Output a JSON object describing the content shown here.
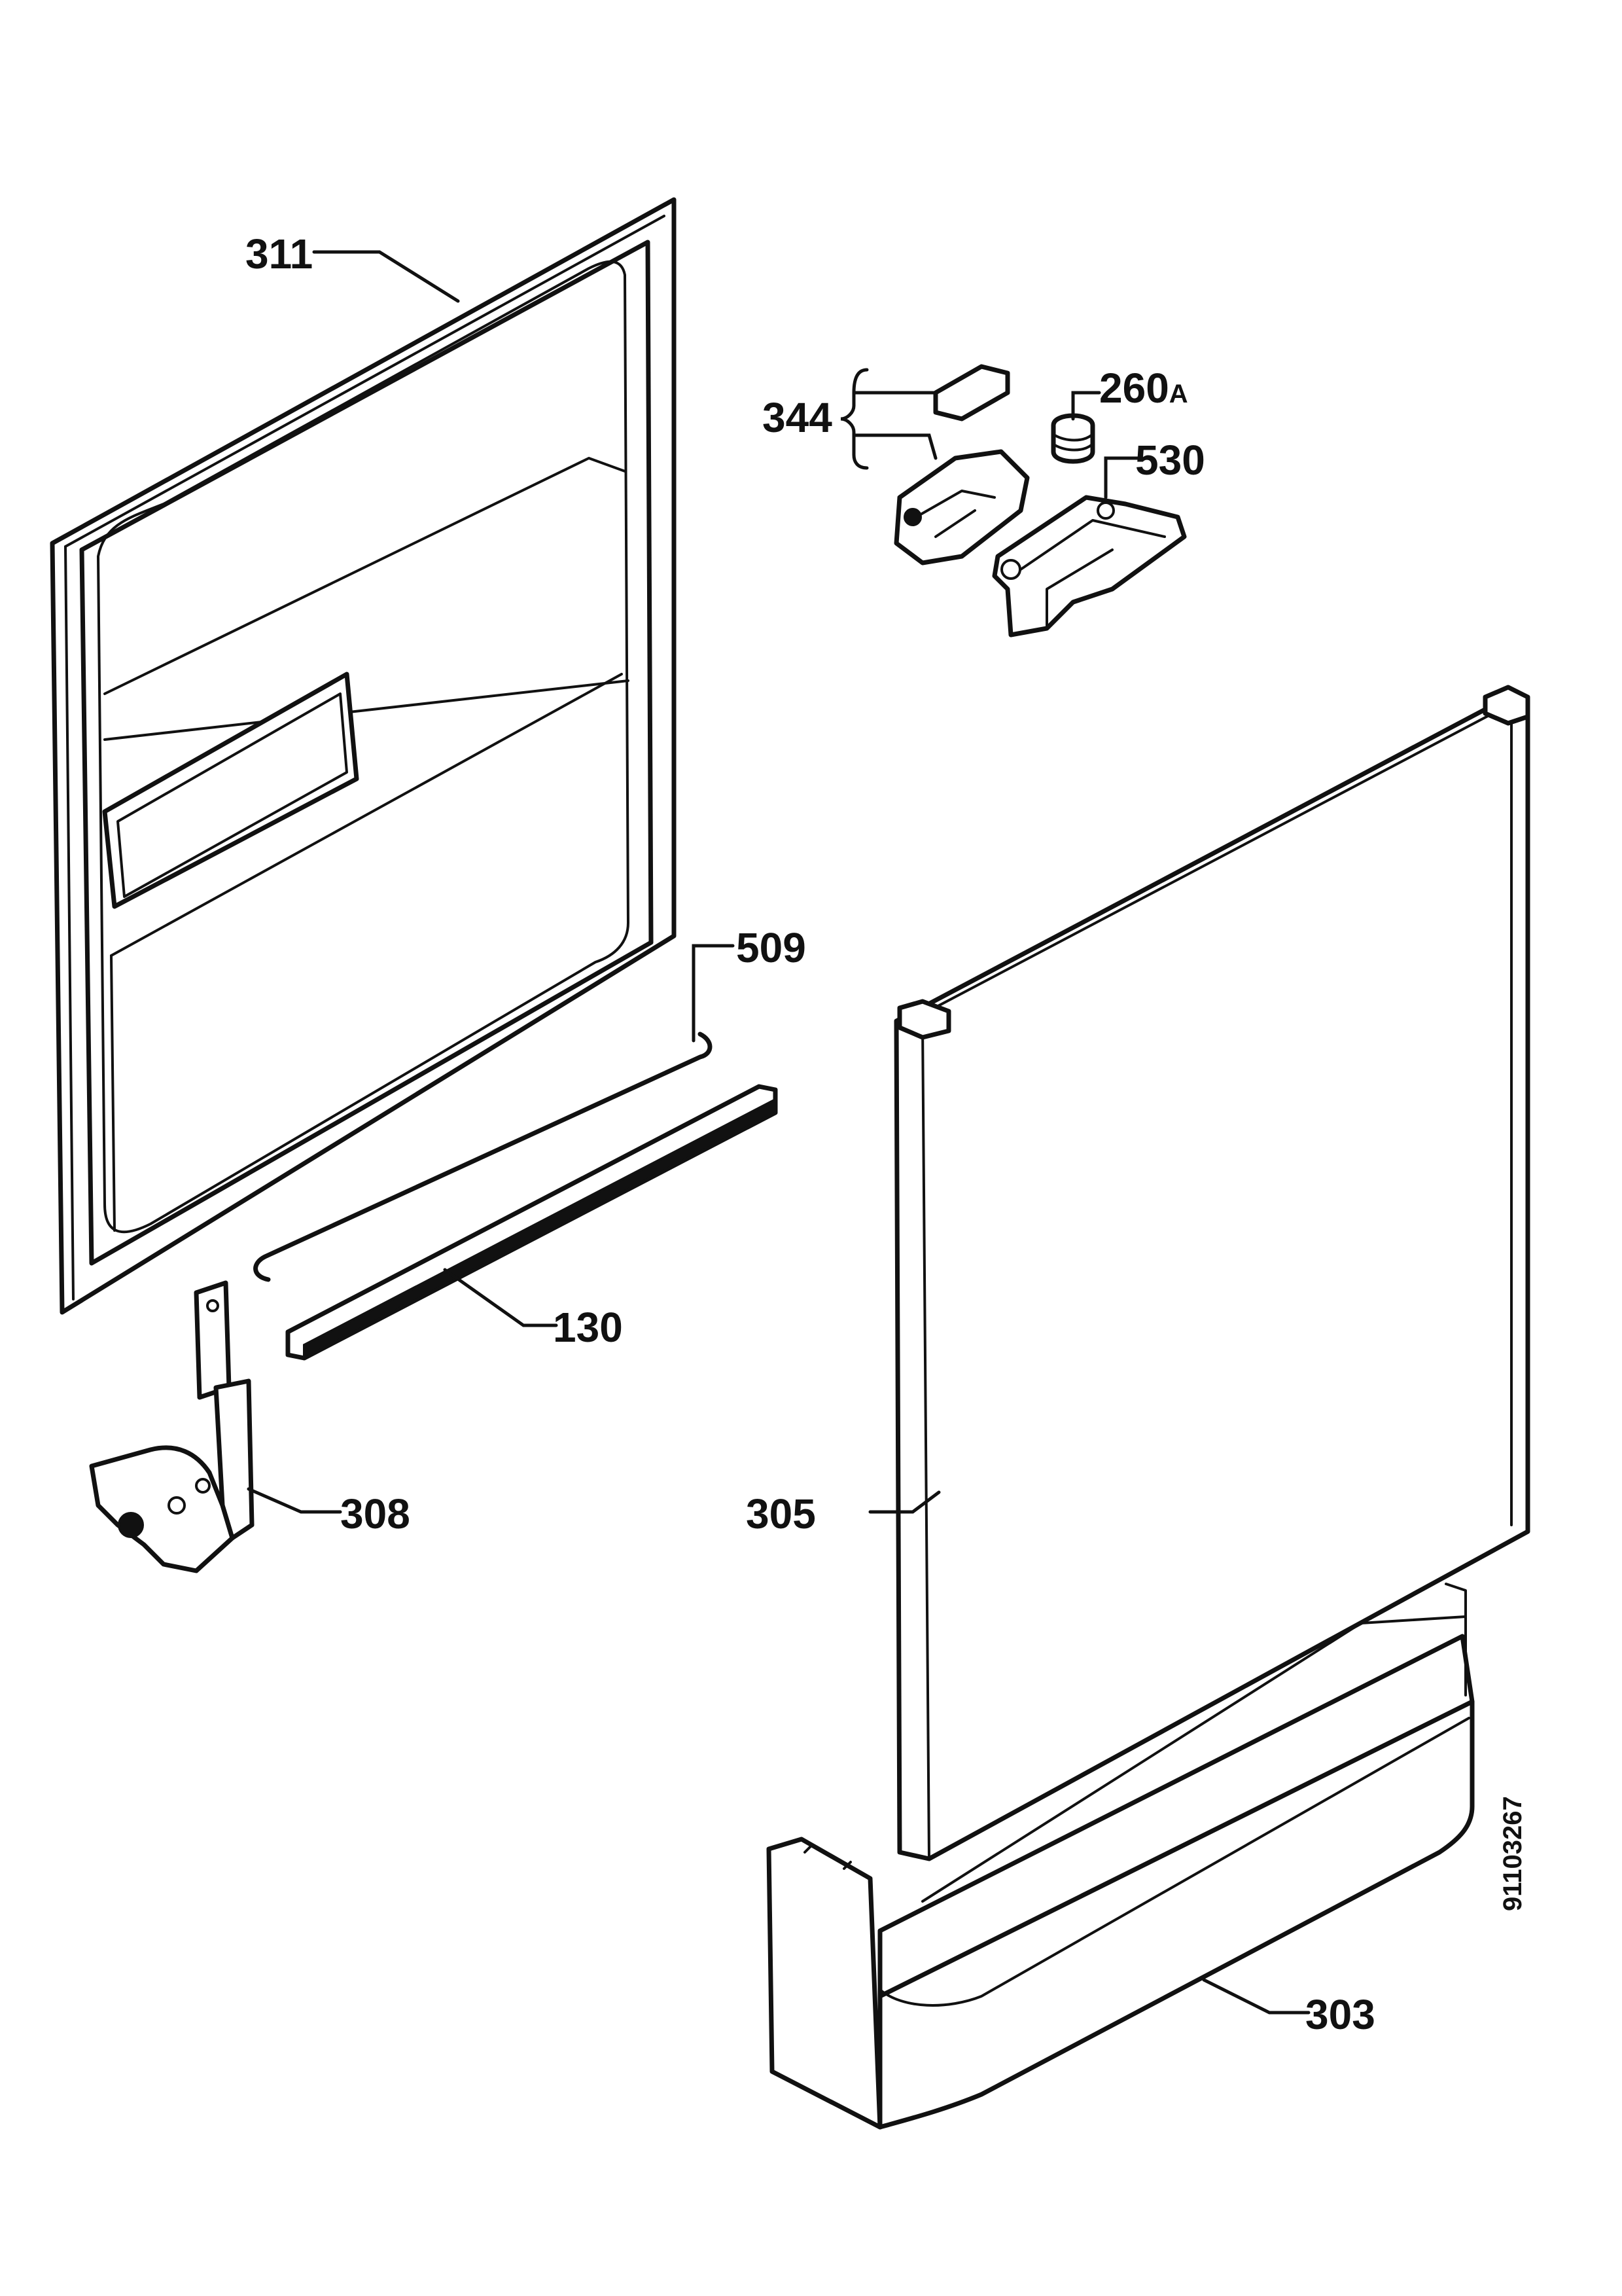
{
  "callouts": {
    "c311": "311",
    "c344": "344",
    "c260": "260",
    "c260_suffix": "A",
    "c530": "530",
    "c509": "509",
    "c130": "130",
    "c308": "308",
    "c305": "305",
    "c303": "303"
  },
  "drawing_code": "91103267"
}
